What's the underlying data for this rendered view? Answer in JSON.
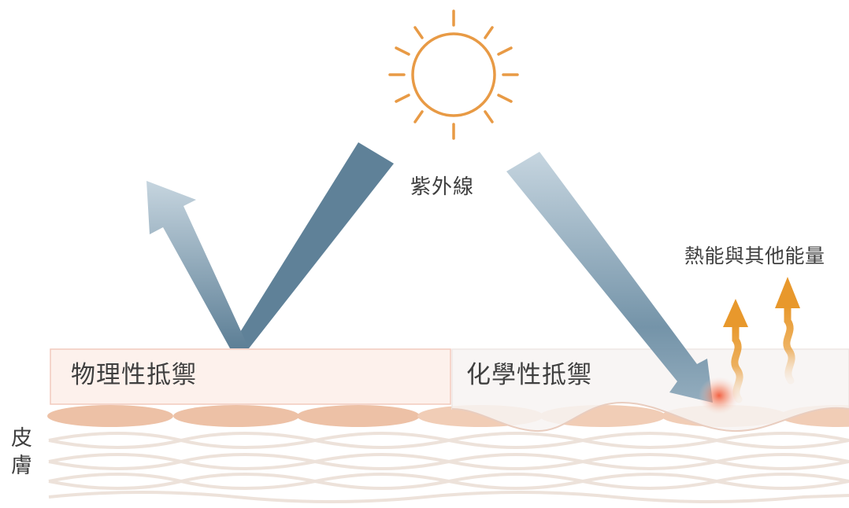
{
  "labels": {
    "uv": "紫外線",
    "heat_energy": "熱能與其他能量",
    "physical_block": "物理性抵禦",
    "chemical_block": "化學性抵禦",
    "skin": "皮膚"
  },
  "colors": {
    "sun": "#e89a45",
    "arrow_dark": "#5d7f96",
    "arrow_light": "#c3d3de",
    "heat_arrow": "#e8982c",
    "heat_glow": "#f25a3a",
    "barrier_fill": "#fdf3ef",
    "barrier_edge": "#f4cfc2",
    "skin_cells": "#edc1a6",
    "skin_lines": "#ede2da"
  },
  "icons": {
    "sun": "sun-icon",
    "heat_arrows": "wavy-up-arrow-icon"
  }
}
